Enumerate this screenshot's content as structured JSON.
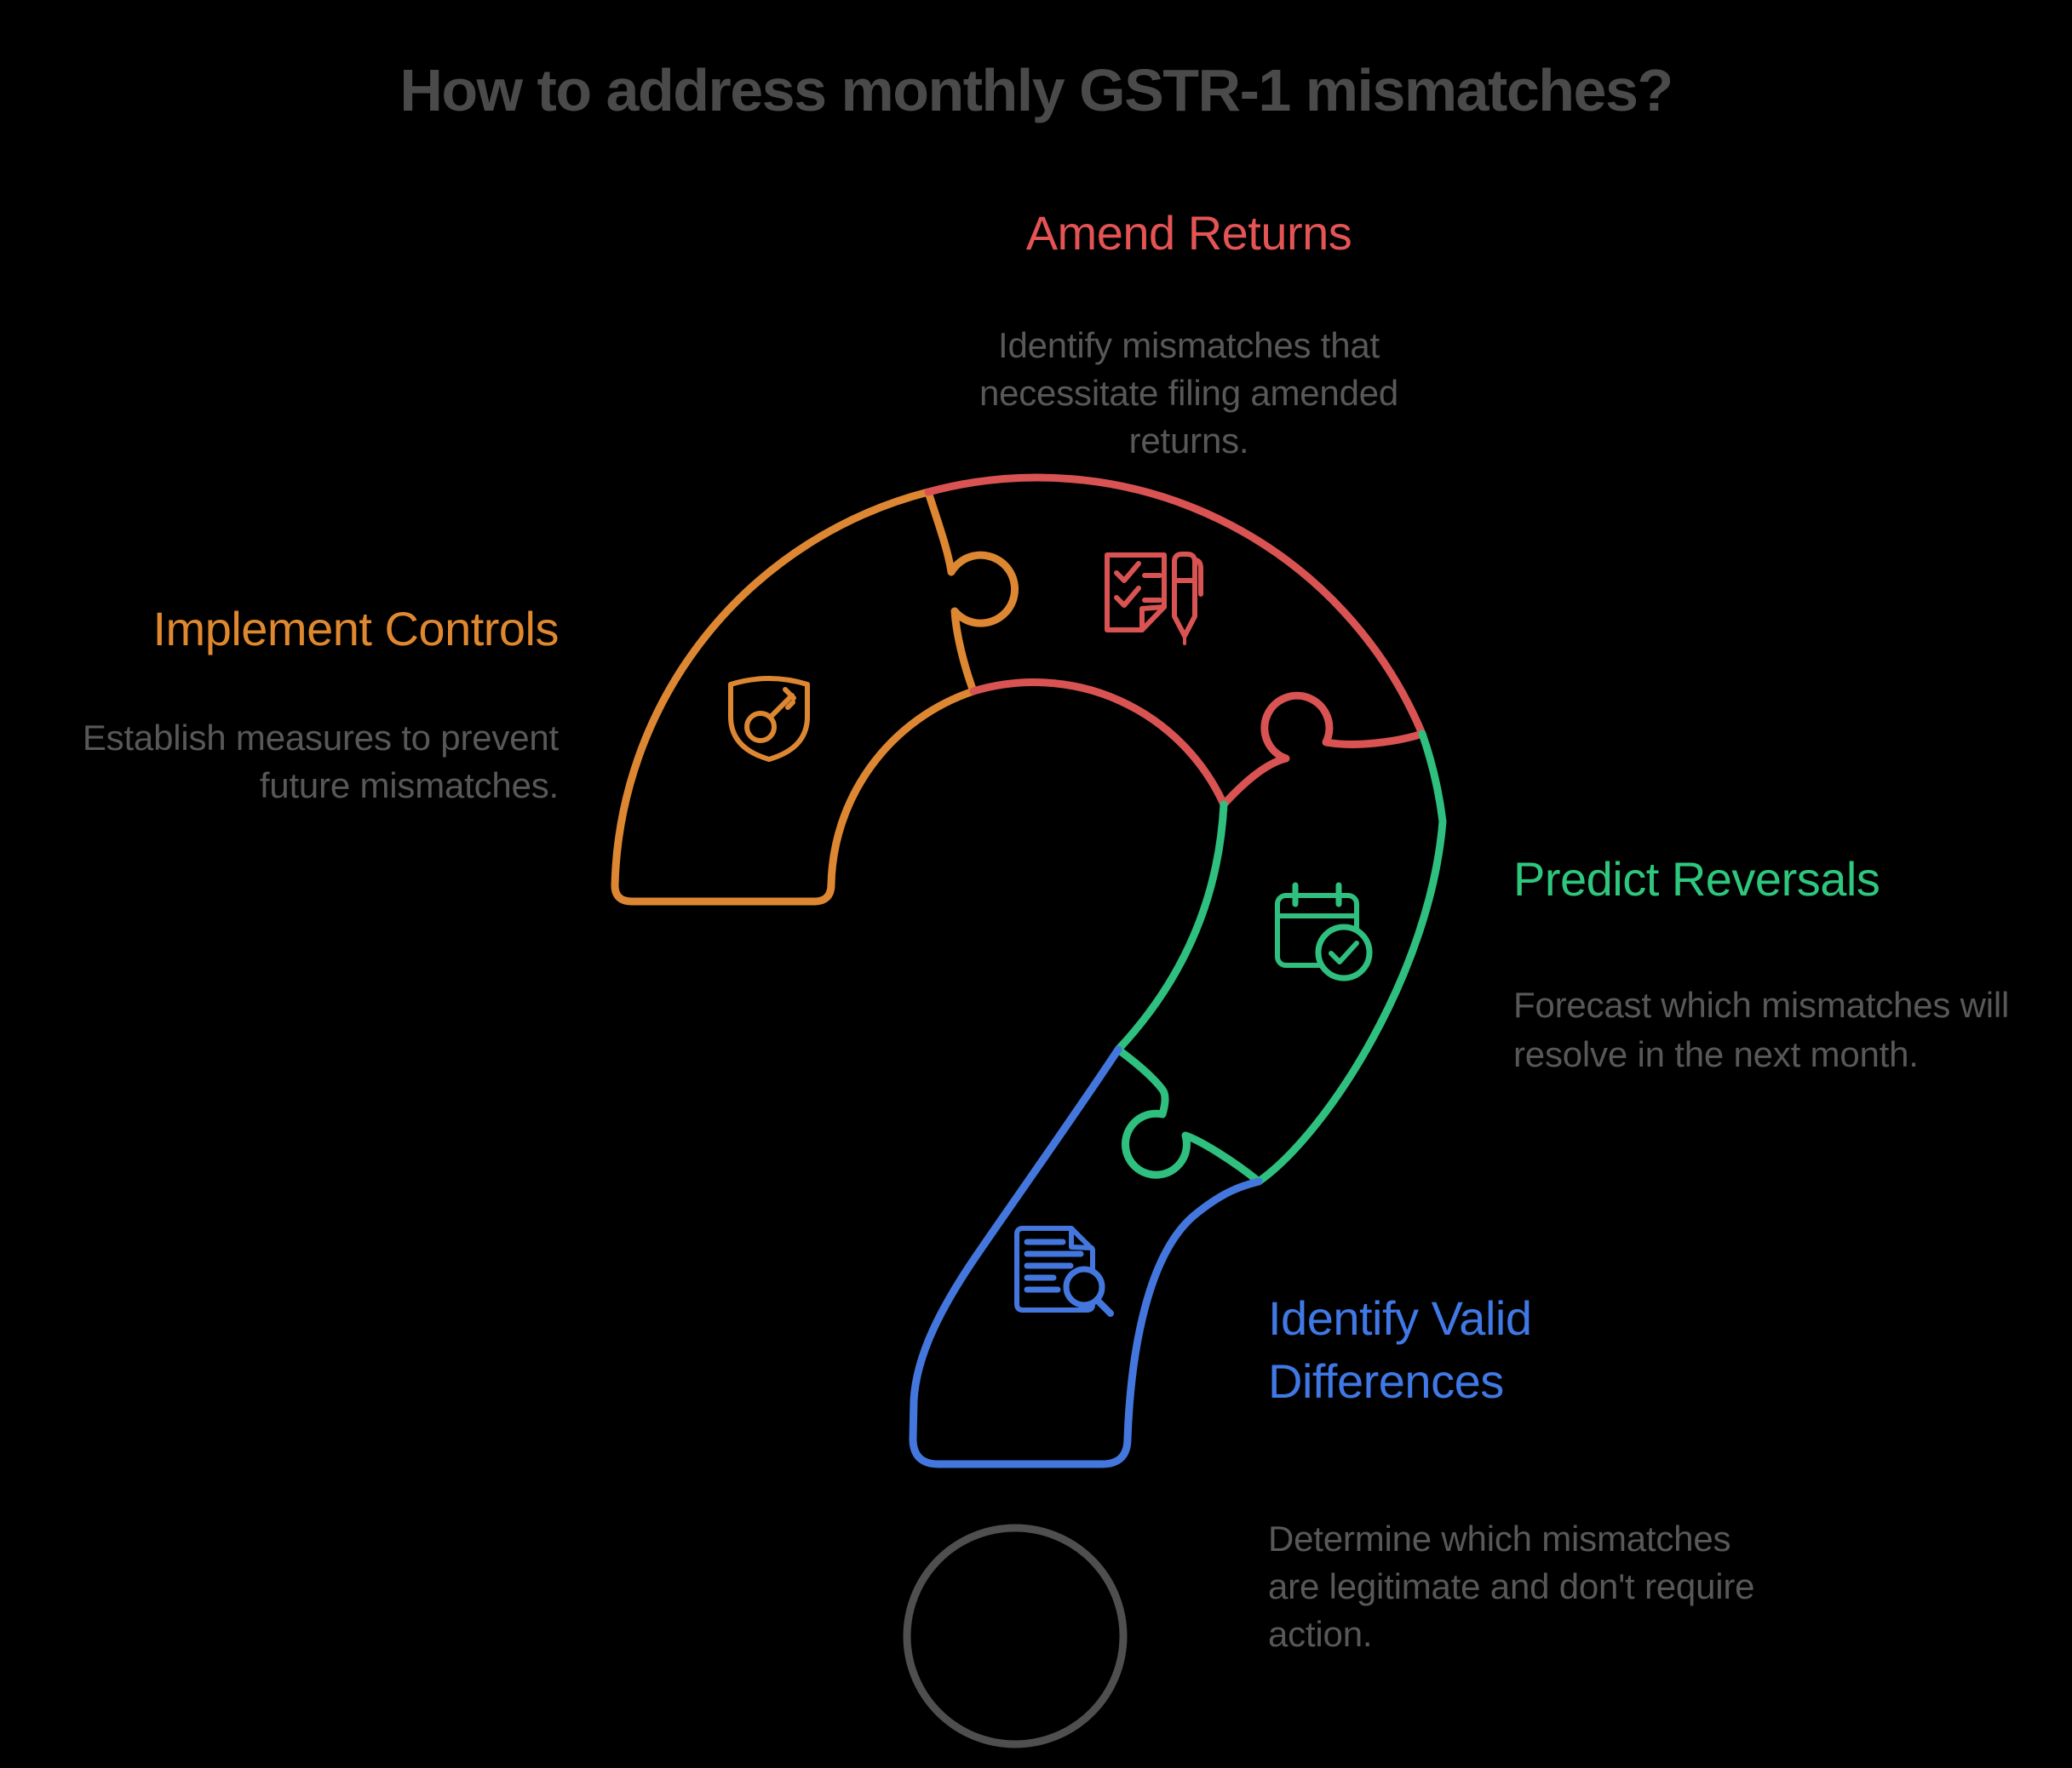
{
  "title": "How to address monthly GSTR-1 mismatches?",
  "diagram": {
    "type": "question-mark puzzle infographic",
    "dot_color": "#4f4f4f",
    "background": "#000000",
    "title_color": "#4a4a4a",
    "description_color": "#585858"
  },
  "sections": [
    {
      "id": "amend",
      "title": "Amend Returns",
      "description": "Identify mismatches that necessitate filing amended returns.",
      "color": "#d95353",
      "heading_color": "#e45454",
      "icon": "checklist-pen-icon",
      "position": "top"
    },
    {
      "id": "predict",
      "title": "Predict Reversals",
      "description": "Forecast which mismatches will resolve in the next month.",
      "color": "#2fbf7e",
      "heading_color": "#2ec77d",
      "icon": "calendar-check-icon",
      "position": "right"
    },
    {
      "id": "identify",
      "title": "Identify Valid Differences",
      "description": "Determine which mismatches are legitimate and don't require action.",
      "color": "#4477de",
      "heading_color": "#4079e6",
      "icon": "document-search-icon",
      "position": "bottom"
    },
    {
      "id": "implement",
      "title": "Implement Controls",
      "description": "Establish measures to prevent future mismatches.",
      "color": "#dd8733",
      "heading_color": "#e0882f",
      "icon": "shield-key-icon",
      "position": "left"
    }
  ]
}
